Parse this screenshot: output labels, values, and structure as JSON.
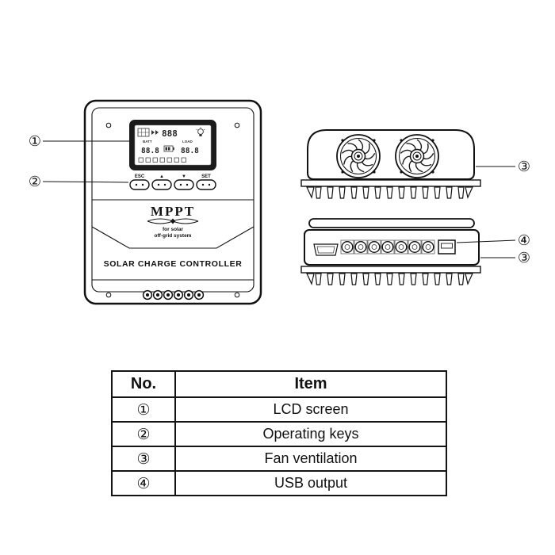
{
  "colors": {
    "ink": "#111111"
  },
  "diagram": {
    "callouts": {
      "one": "①",
      "two": "②",
      "three": "③",
      "four": "④"
    },
    "front": {
      "brand": "MPPT",
      "tagline1": "for solar",
      "tagline2": "off-grid system",
      "title": "SOLAR CHARGE CONTROLLER",
      "buttons": [
        "ESC",
        "▲",
        "▼",
        "SET"
      ],
      "lcd": {
        "main": "888",
        "batt_label": "BATT",
        "batt_value": "88.8",
        "load_label": "LOAD",
        "load_value": "88.8"
      }
    }
  },
  "table": {
    "headers": {
      "no": "No.",
      "item": "Item"
    },
    "rows": [
      {
        "no": "①",
        "item": "LCD screen"
      },
      {
        "no": "②",
        "item": "Operating keys"
      },
      {
        "no": "③",
        "item": "Fan ventilation"
      },
      {
        "no": "④",
        "item": "USB output"
      }
    ]
  }
}
